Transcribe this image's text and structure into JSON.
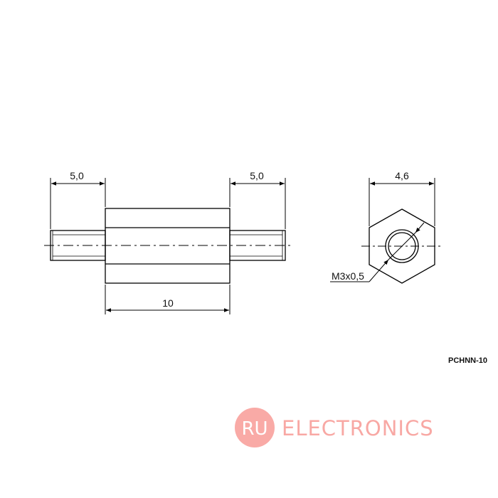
{
  "drawing": {
    "dim_left_stud": "5,0",
    "dim_right_stud": "5,0",
    "dim_body_length": "10",
    "dim_hex_width": "4,6",
    "thread_label": "M3x0,5",
    "part_code": "PCHNN-10"
  },
  "brand": {
    "badge": "RU",
    "name": "ELECTRONICS",
    "color": "#f8a8a4",
    "badge_color": "#f9aaa6"
  },
  "colors": {
    "line": "#000000",
    "background": "#ffffff"
  }
}
